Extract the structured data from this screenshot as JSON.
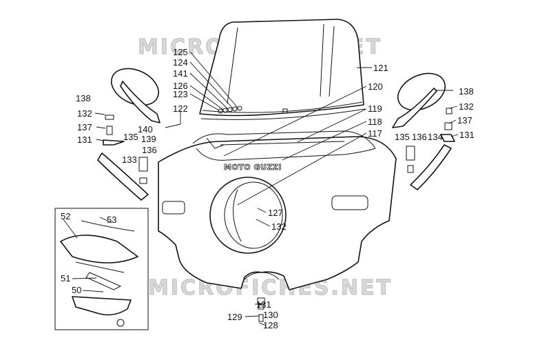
{
  "watermark": "MICROFICHES.NET",
  "brand_text": "MOTO GUZZI",
  "callouts": [
    {
      "id": "c121",
      "text": "121"
    },
    {
      "id": "c125",
      "text": "125"
    },
    {
      "id": "c124",
      "text": "124"
    },
    {
      "id": "c141",
      "text": "141"
    },
    {
      "id": "c126",
      "text": "126"
    },
    {
      "id": "c123",
      "text": "123"
    },
    {
      "id": "c122",
      "text": "122"
    },
    {
      "id": "c120",
      "text": "120"
    },
    {
      "id": "c119",
      "text": "119"
    },
    {
      "id": "c118",
      "text": "118"
    },
    {
      "id": "c117",
      "text": "117"
    },
    {
      "id": "c138L",
      "text": "138"
    },
    {
      "id": "c132L",
      "text": "132"
    },
    {
      "id": "c137L",
      "text": "137"
    },
    {
      "id": "c131L",
      "text": "131"
    },
    {
      "id": "c140",
      "text": "140"
    },
    {
      "id": "c139",
      "text": "139"
    },
    {
      "id": "c135L",
      "text": "135"
    },
    {
      "id": "c136L",
      "text": "136"
    },
    {
      "id": "c133",
      "text": "133"
    },
    {
      "id": "c138R",
      "text": "138"
    },
    {
      "id": "c132R",
      "text": "132"
    },
    {
      "id": "c137R",
      "text": "137"
    },
    {
      "id": "c131R",
      "text": "131"
    },
    {
      "id": "c135R",
      "text": "135"
    },
    {
      "id": "c136R",
      "text": "136"
    },
    {
      "id": "c134",
      "text": "134"
    },
    {
      "id": "c127",
      "text": "127"
    },
    {
      "id": "c132C",
      "text": "132"
    },
    {
      "id": "c52",
      "text": "52"
    },
    {
      "id": "c53",
      "text": "53"
    },
    {
      "id": "c51",
      "text": "51"
    },
    {
      "id": "c50",
      "text": "50"
    },
    {
      "id": "c131B",
      "text": "131"
    },
    {
      "id": "c129",
      "text": "129"
    },
    {
      "id": "c130",
      "text": "130"
    },
    {
      "id": "c128",
      "text": "128"
    }
  ]
}
